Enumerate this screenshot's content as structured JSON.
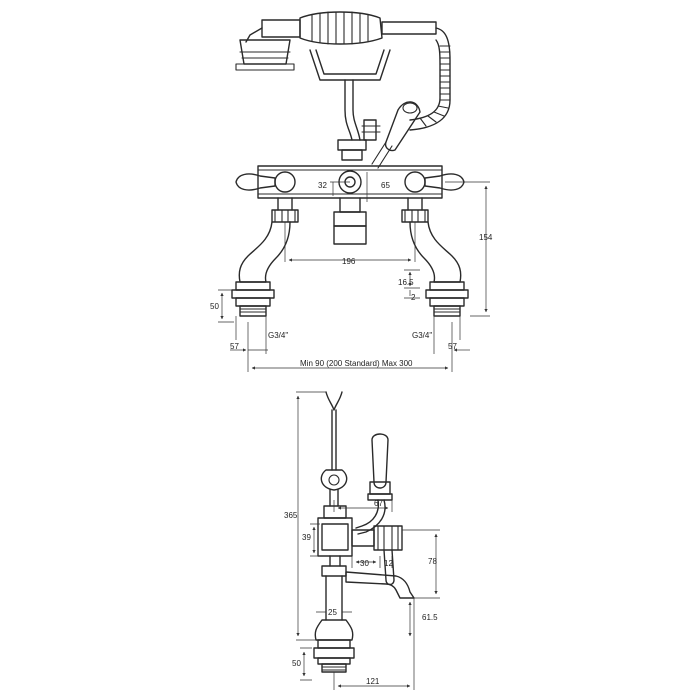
{
  "front_view": {
    "dim_32": "32",
    "dim_65": "65",
    "dim_196": "196",
    "dim_154": "154",
    "dim_16_5": "16.5",
    "dim_2": "2",
    "dim_50": "50",
    "thread_left": "G3/4\"",
    "thread_right": "G3/4\"",
    "dim_57_left": "57",
    "dim_57_right": "57",
    "centres": "Min 90 (200 Standard) Max 300"
  },
  "side_view": {
    "dim_365": "365",
    "dim_67": "67",
    "dim_39": "39",
    "dim_30": "30",
    "dim_12": "12",
    "dim_78": "78",
    "dim_25": "25",
    "dim_61_5": "61.5",
    "dim_50": "50",
    "dim_121": "121"
  }
}
